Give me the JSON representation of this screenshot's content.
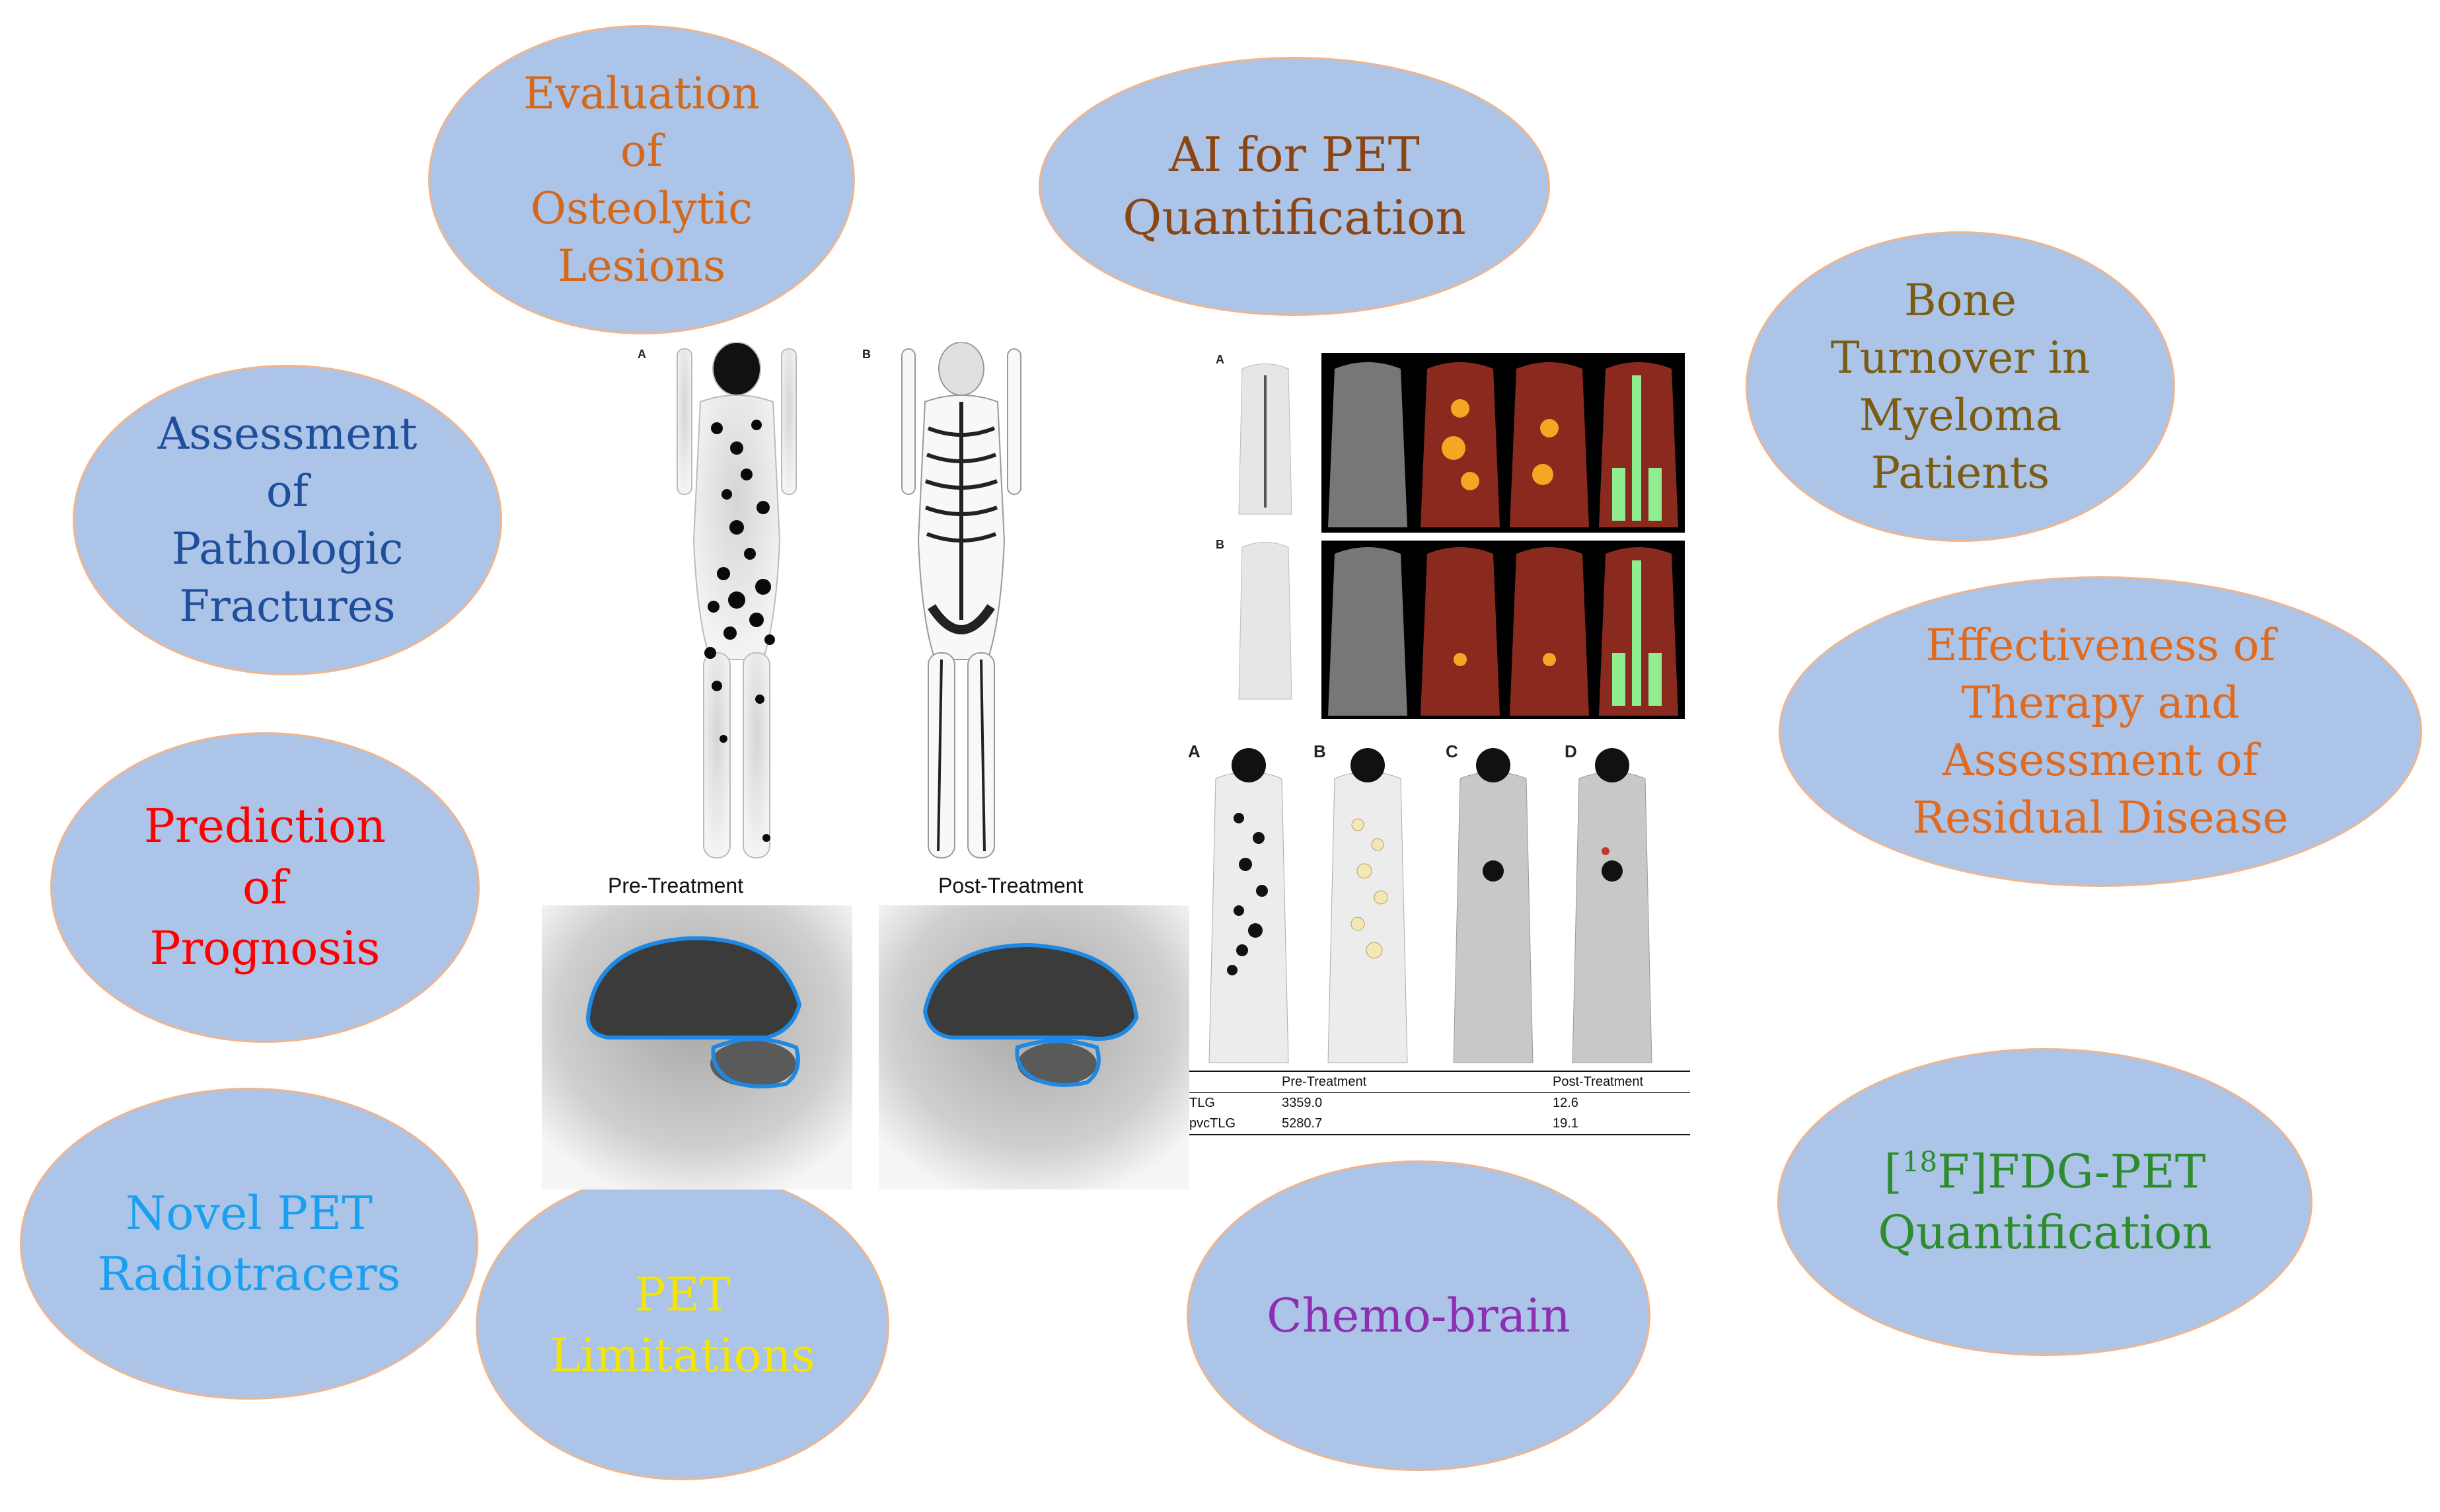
{
  "colors": {
    "bubble_fill": "#abc4e7",
    "bubble_border": "#f0b58d",
    "osteolytic": "#d2691e",
    "ai": "#8b4513",
    "bone": "#7a5c12",
    "fractures": "#1f4e9a",
    "therapy": "#e06a1f",
    "prognosis": "#ff0000",
    "radiotracers": "#1aa0f0",
    "limitations": "#f5e600",
    "chemo": "#8e2fb3",
    "fdg": "#2e8b2e"
  },
  "bubbles": {
    "osteolytic": [
      "Evaluation",
      "of",
      "Osteolytic",
      "Lesions"
    ],
    "ai": [
      "AI for PET",
      "Quantification"
    ],
    "bone": [
      "Bone",
      "Turnover in",
      "Myeloma",
      "Patients"
    ],
    "fractures": [
      "Assessment",
      "of",
      "Pathologic",
      "Fractures"
    ],
    "therapy": [
      "Effectiveness of",
      "Therapy and",
      "Assessment of",
      "Residual Disease"
    ],
    "prognosis": [
      "Prediction",
      "of",
      "Prognosis"
    ],
    "radiotracers": [
      "Novel PET",
      "Radiotracers"
    ],
    "limitations": [
      "PET",
      "Limitations"
    ],
    "chemo": [
      "Chemo-brain"
    ],
    "fdg": {
      "bracket_open": "[",
      "superscript": "18",
      "rest": "F]FDG-PET",
      "line2": "Quantification"
    }
  },
  "panels": {
    "mip_letters": [
      "A",
      "B"
    ],
    "ct_letters": [
      "A",
      "B"
    ],
    "pet_letters": [
      "A",
      "B",
      "C",
      "D"
    ],
    "brain": {
      "pre": "Pre-Treatment",
      "post": "Post-Treatment"
    },
    "tlg_table": {
      "headers": [
        "",
        "Pre-Treatment",
        "Post-Treatment"
      ],
      "rows": [
        [
          "TLG",
          "3359.0",
          "12.6"
        ],
        [
          "pvcTLG",
          "5280.7",
          "19.1"
        ]
      ]
    }
  }
}
